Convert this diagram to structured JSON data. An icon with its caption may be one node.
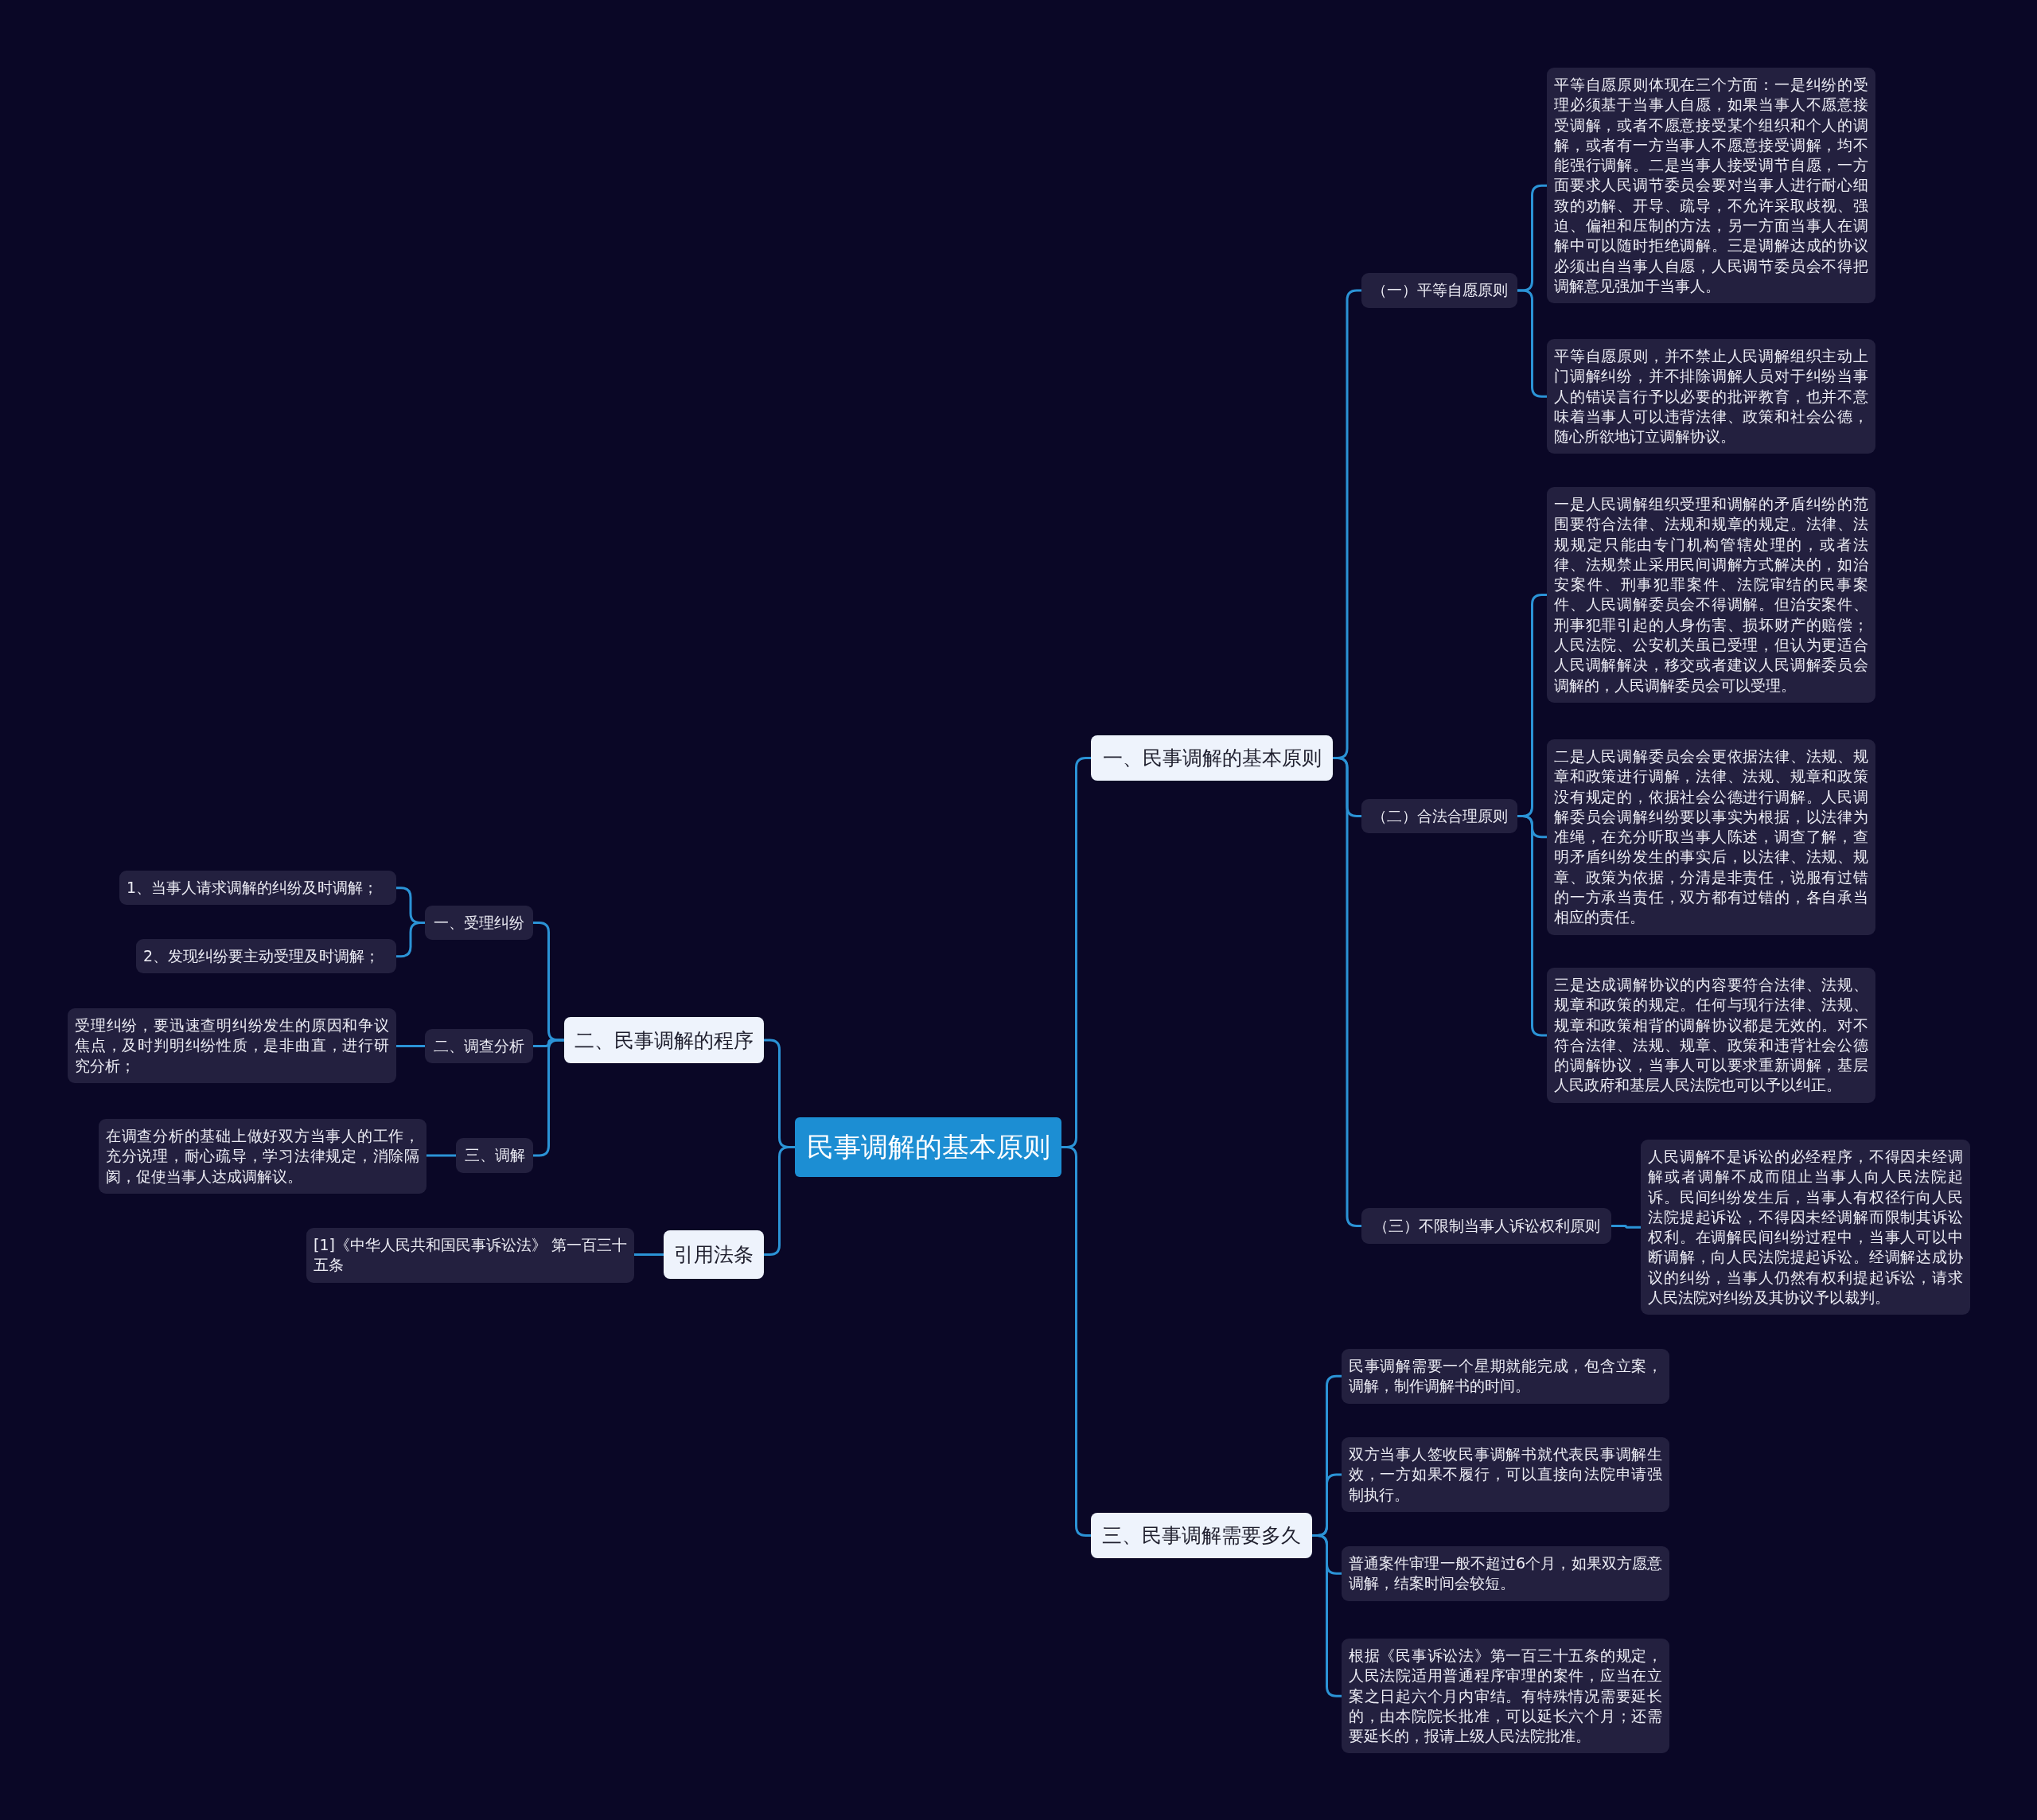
{
  "diagram": {
    "nodes": [
      {
        "text": [
          "民事调解的基本原则"
        ]
      },
      {
        "text": [
          "一、民事调解的基本原则"
        ]
      },
      {
        "text": [
          "（一）平等自愿原则"
        ]
      },
      {
        "text": [
          "平等自愿原则体现在三个方面：一是纠纷的受理必须基于当事人自愿，如果当事人不愿意接受调解，或者不愿意接受某个组织和个人的调解，或者有一方当事人不愿意接受调解，均不能强行调解。二是当事人接受调节自愿，一方面要求人民调节委员会要对当事人进行耐心细致的劝解、开导、疏导，不允许采取歧视、强迫、偏袒和压制的方法，另一方面当事人在调解中可以随时拒绝调解。三是调解达成的协议必须出自当事人自愿，人民调节委员会不得把调解意见强加于当事人。"
        ]
      },
      {
        "text": [
          "平等自愿原则，并不禁止人民调解组织主动上门调解纠纷，并不排除调解人员对于纠纷当事人的错误言行予以必要的批评教育，也并不意味着当事人可以违背法律、政策和社会公德，随心所欲地订立调解协议。"
        ]
      },
      {
        "text": [
          "（二）合法合理原则"
        ]
      },
      {
        "text": [
          "一是人民调解组织受理和调解的矛盾纠纷的范围要符合法律、法规和规章的规定。法律、法规规定只能由专门机构管辖处理的，或者法律、法规禁止采用民间调解方式解决的，如治安案件、刑事犯罪案件、法院审结的民事案件、人民调解委员会不得调解。但治安案件、刑事犯罪引起的人身伤害、损坏财产的赔偿；人民法院、公安机关虽已受理，但认为更适合人民调解解决，移交或者建议人民调解委员会调解的，人民调解委员会可以受理。"
        ]
      },
      {
        "text": [
          "二是人民调解委员会会更依据法律、法规、规章和政策进行调解，法律、法规、规章和政策没有规定的，依据社会公德进行调解。人民调解委员会调解纠纷要以事实为根据，以法律为准绳，在充分听取当事人陈述，调查了解，查明矛盾纠纷发生的事实后，以法律、法规、规章、政策为依据，分清是非责任，说服有过错的一方承当责任，双方都有过错的，各自承当相应的责任。"
        ]
      },
      {
        "text": [
          "三是达成调解协议的内容要符合法律、法规、规章和政策的规定。任何与现行法律、法规、规章和政策相背的调解协议都是无效的。对不符合法律、法规、规章、政策和违背社会公德的调解协议，当事人可以要求重新调解，基层人民政府和基层人民法院也可以予以纠正。"
        ]
      },
      {
        "text": [
          "（三）不限制当事人诉讼权利原则"
        ]
      },
      {
        "text": [
          "人民调解不是诉讼的必经程序，不得因未经调解或者调解不成而阻止当事人向人民法院起诉。民间纠纷发生后，当事人有权径行向人民法院提起诉讼，不得因未经调解而限制其诉讼权利。在调解民间纠纷过程中，当事人可以中断调解，向人民法院提起诉讼。经调解达成协议的纠纷，当事人仍然有权利提起诉讼，请求人民法院对纠纷及其协议予以裁判。"
        ]
      },
      {
        "text": [
          "二、民事调解的程序"
        ]
      },
      {
        "text": [
          "一、受理纠纷"
        ]
      },
      {
        "text": [
          "1、当事人请求调解的纠纷及时调解；"
        ]
      },
      {
        "text": [
          "2、发现纠纷要主动受理及时调解；"
        ]
      },
      {
        "text": [
          "二、调查分析"
        ]
      },
      {
        "text": [
          "受理纠纷，要迅速查明纠纷发生的原因和争议焦点，及时判明纠纷性质，是非曲直，进行研究分析；"
        ]
      },
      {
        "text": [
          "三、调解"
        ]
      },
      {
        "text": [
          "在调查分析的基础上做好双方当事人的工作，充分说理，耐心疏导，学习法律规定，消除隔阂，促使当事人达成调解议。"
        ]
      },
      {
        "text": [
          "引用法条"
        ]
      },
      {
        "text": [
          "[1]《中华人民共和国民事诉讼法》 第一百三十五条"
        ]
      },
      {
        "text": [
          "三、民事调解需要多久"
        ]
      },
      {
        "text": [
          "民事调解需要一个星期就能完成，包含立案，调解，制作调解书的时间。"
        ]
      },
      {
        "text": [
          "双方当事人签收民事调解书就代表民事调解生效，一方如果不履行，可以直接向法院申请强制执行。"
        ]
      },
      {
        "text": [
          "普通案件审理一般不超过6个月，如果双方愿意调解，结案时间会较短。"
        ]
      },
      {
        "text": [
          "根据《民事诉讼法》第一百三十五条的规定，人民法院适用普通程序审理的案件，应当在立案之日起六个月内审结。有特殊情况需要延长的，由本院院长批准，可以延长六个月；还需要延长的，报请上级人民法院批准。"
        ]
      }
    ],
    "edges": [
      {
        "from": 0,
        "to": 1,
        "arrow": "none"
      },
      {
        "from": 1,
        "to": 2,
        "arrow": "none"
      },
      {
        "from": 2,
        "to": 3,
        "arrow": "none"
      },
      {
        "from": 2,
        "to": 4,
        "arrow": "none"
      },
      {
        "from": 1,
        "to": 5,
        "arrow": "none"
      },
      {
        "from": 5,
        "to": 6,
        "arrow": "none"
      },
      {
        "from": 5,
        "to": 7,
        "arrow": "none"
      },
      {
        "from": 5,
        "to": 8,
        "arrow": "none"
      },
      {
        "from": 1,
        "to": 9,
        "arrow": "none"
      },
      {
        "from": 9,
        "to": 10,
        "arrow": "none"
      },
      {
        "from": 0,
        "to": 11,
        "arrow": "none"
      },
      {
        "from": 11,
        "to": 12,
        "arrow": "none"
      },
      {
        "from": 12,
        "to": 13,
        "arrow": "none"
      },
      {
        "from": 12,
        "to": 14,
        "arrow": "none"
      },
      {
        "from": 11,
        "to": 15,
        "arrow": "none"
      },
      {
        "from": 15,
        "to": 16,
        "arrow": "none"
      },
      {
        "from": 11,
        "to": 17,
        "arrow": "none"
      },
      {
        "from": 17,
        "to": 18,
        "arrow": "none"
      },
      {
        "from": 0,
        "to": 19,
        "arrow": "none"
      },
      {
        "from": 19,
        "to": 20,
        "arrow": "none"
      },
      {
        "from": 0,
        "to": 21,
        "arrow": "none"
      },
      {
        "from": 21,
        "to": 22,
        "arrow": "none"
      },
      {
        "from": 21,
        "to": 23,
        "arrow": "none"
      },
      {
        "from": 21,
        "to": 24,
        "arrow": "none"
      },
      {
        "from": 21,
        "to": 25,
        "arrow": "none"
      }
    ]
  }
}
